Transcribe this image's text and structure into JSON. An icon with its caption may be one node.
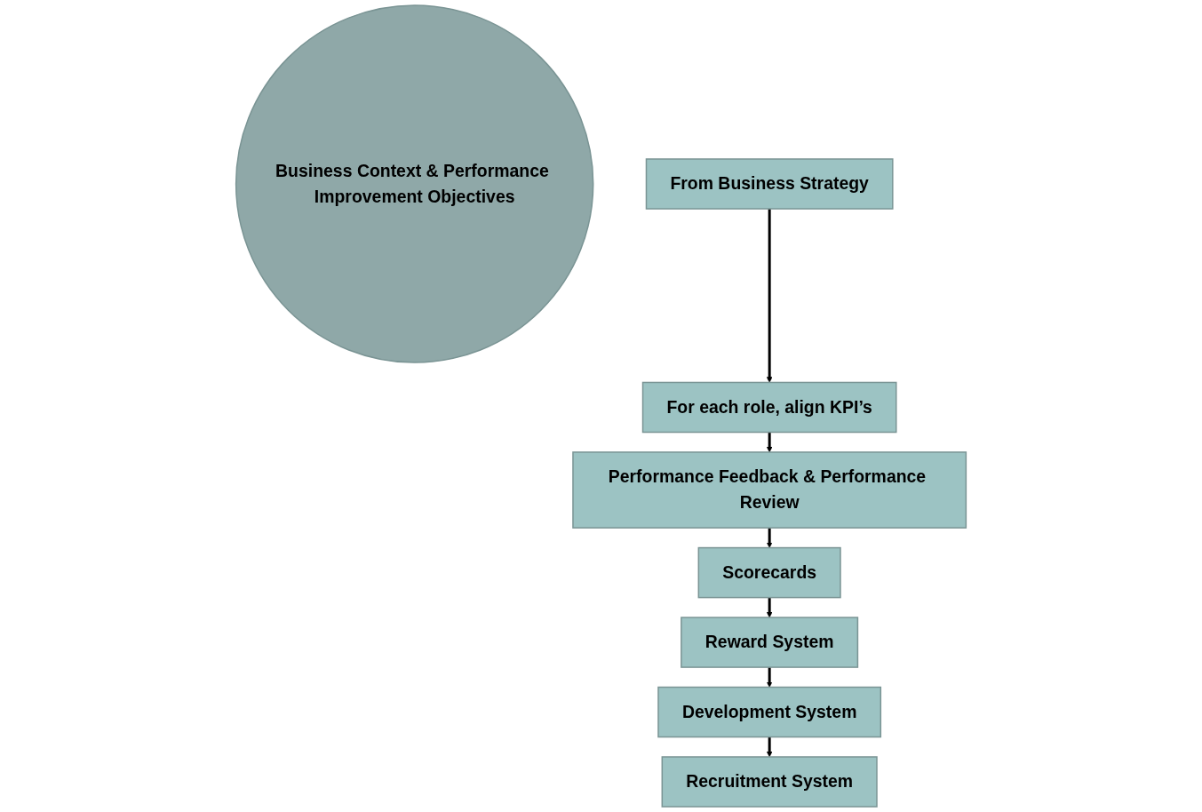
{
  "diagram": {
    "nodes": [
      {
        "text": [
          "Business Context & Performance Improvement Objectives"
        ]
      },
      {
        "text": [
          "From Business Strategy"
        ]
      },
      {
        "text": [
          "For each role, align KPI’s"
        ]
      },
      {
        "text": [
          "Performance Feedback & Performance Review"
        ]
      },
      {
        "text": [
          "Scorecards"
        ]
      },
      {
        "text": [
          "Reward System"
        ]
      },
      {
        "text": [
          "Development System"
        ]
      },
      {
        "text": [
          "Recruitment System"
        ]
      }
    ],
    "edges": [
      {
        "from": 1,
        "to": 2,
        "arrow": "to"
      },
      {
        "from": 2,
        "to": 3,
        "arrow": "to"
      },
      {
        "from": 3,
        "to": 4,
        "arrow": "to"
      },
      {
        "from": 4,
        "to": 5,
        "arrow": "to"
      },
      {
        "from": 5,
        "to": 6,
        "arrow": "to"
      },
      {
        "from": 6,
        "to": 7,
        "arrow": "to"
      }
    ]
  }
}
